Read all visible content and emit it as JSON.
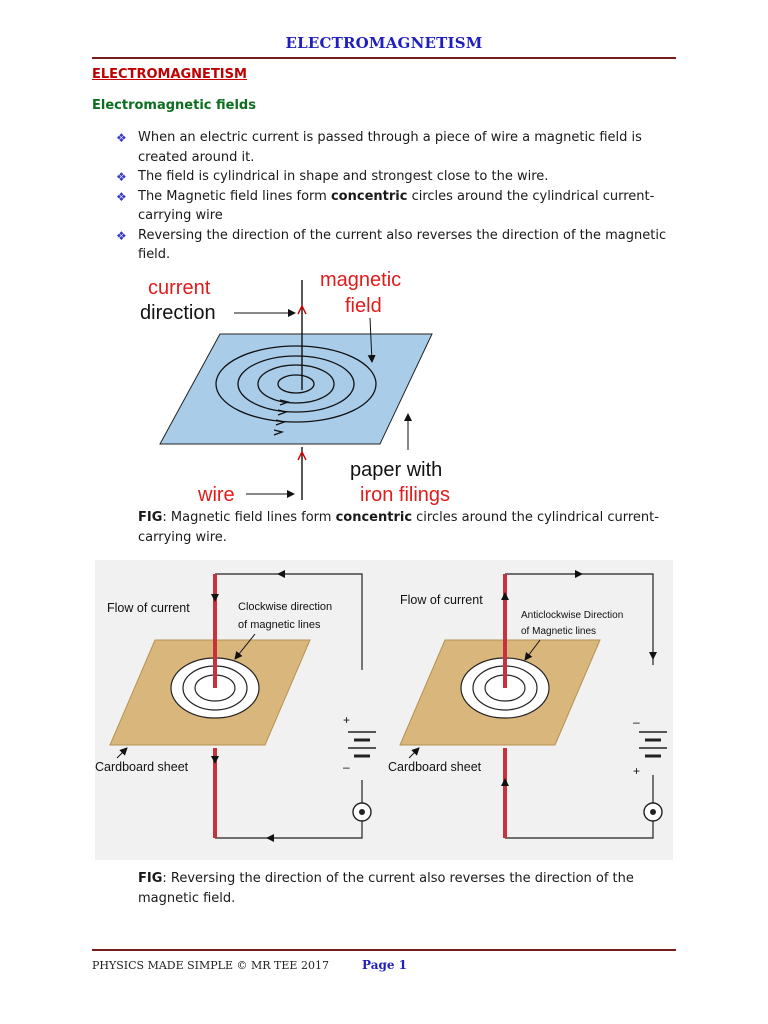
{
  "header": {
    "title": "ELECTROMAGNETISM"
  },
  "section": {
    "title": "ELECTROMAGNETISM",
    "subheading": "Electromagnetic fields"
  },
  "bullets": [
    {
      "text": "When an electric current is passed through a piece of wire a magnetic field is created around it."
    },
    {
      "text": "The field is cylindrical in shape and strongest close to the wire."
    },
    {
      "pre": "The Magnetic field lines form ",
      "bold": "concentric",
      "post": " circles around  the  cylindrical current-carrying wire"
    },
    {
      "text": "Reversing the direction of the current also reverses the direction of the magnetic field."
    }
  ],
  "figure1": {
    "label_current": "current",
    "label_direction": "direction",
    "label_magnetic": "magnetic",
    "label_field": "field",
    "label_paper": "paper with",
    "label_iron": "iron filings",
    "label_wire": "wire"
  },
  "caption1": {
    "label": "FIG",
    "pre": ": Magnetic field lines form ",
    "bold": "concentric",
    "post": " circles around the cylindrical current-carrying wire."
  },
  "figure2": {
    "left": {
      "flow_label": "Flow of current",
      "direction_line1": "Clockwise  direction",
      "direction_line2": "of magnetic lines",
      "sheet_label": "Cardboard sheet",
      "plus": "+",
      "minus": "–"
    },
    "right": {
      "flow_label": "Flow of current",
      "direction_line1": "Anticlockwise  Direction",
      "direction_line2": "of Magnetic lines",
      "sheet_label": "Cardboard sheet",
      "plus": "+",
      "minus": "–"
    }
  },
  "caption2": {
    "label": "FIG",
    "text": ": Reversing the direction of the current also reverses the direction of the magnetic field."
  },
  "footer": {
    "left": "PHYSICS MADE SIMPLE © MR TEE 2017",
    "page": "Page 1"
  },
  "colors": {
    "heading_blue": "#1f1fbf",
    "heading_red": "#c00000",
    "sub_green": "#0b6e1e",
    "rule": "#7a1a1a",
    "wire_red": "#c8323c",
    "paper_blue": "#a9cde9",
    "cardboard": "#d9b77c"
  }
}
